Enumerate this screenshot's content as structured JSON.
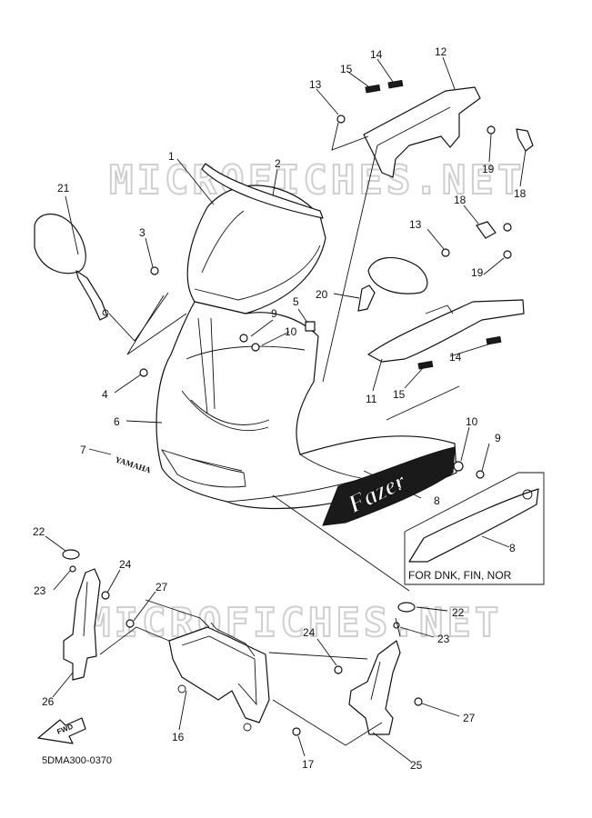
{
  "diagram": {
    "drawing_code": "5DMA300-0370",
    "watermark": "MICROFICHES.NET",
    "note": "FOR DNK, FIN, NOR",
    "fwd_label": "FWD",
    "brand_mark": "YAMAHA",
    "decal_text": "Fazer",
    "callouts": [
      "1",
      "2",
      "3",
      "4",
      "5",
      "6",
      "7",
      "8",
      "8",
      "9",
      "9",
      "10",
      "10",
      "11",
      "12",
      "13",
      "13",
      "14",
      "14",
      "15",
      "15",
      "16",
      "17",
      "18",
      "18",
      "19",
      "19",
      "20",
      "21",
      "22",
      "22",
      "23",
      "23",
      "24",
      "24",
      "25",
      "26",
      "27",
      "27"
    ]
  }
}
